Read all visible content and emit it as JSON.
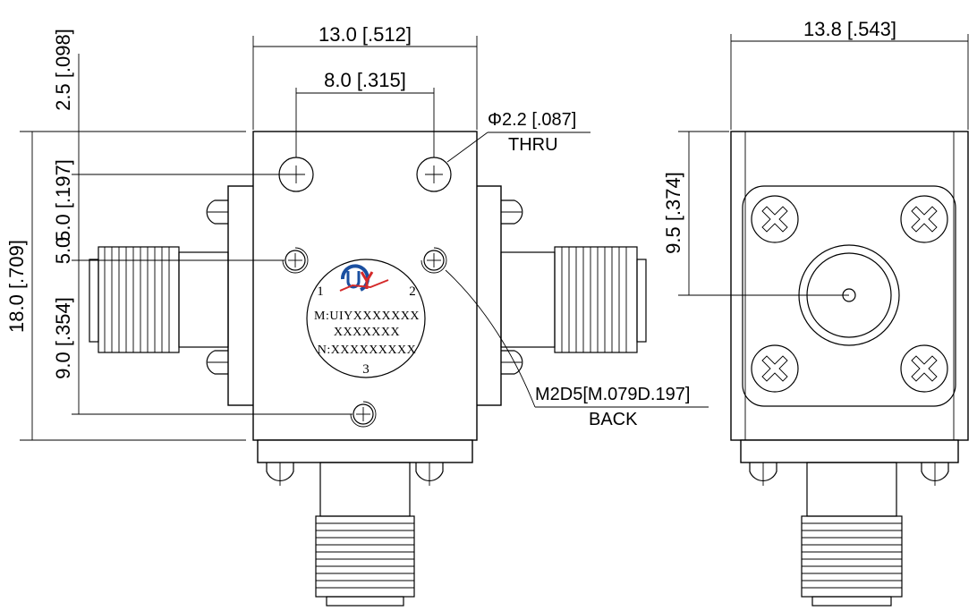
{
  "dimensions": {
    "width_top": "13.0 [.512]",
    "hole_spacing": "8.0 [.315]",
    "side_width": "13.8 [.543]",
    "top_offset": "2.5 [.098]",
    "height_total": "18.0 [.709]",
    "d_5_0_197": "5.0 [.197]",
    "d_5_0": "5.0",
    "d_9_0_354": "9.0 [.354]",
    "side_height": "9.5 [.374]"
  },
  "notes": {
    "thru_hole": "Φ2.2 [.087]",
    "thru_label": "THRU",
    "back_hole": "M2D5[M.079D.197]",
    "back_label": "BACK"
  },
  "label": {
    "port1": "1",
    "port2": "2",
    "port3": "3",
    "model": "M:UIYXXXXXXX",
    "model2": "XXXXXXX",
    "serial": "N:XXXXXXXXX",
    "logo_text": "UIY"
  },
  "colors": {
    "logo_blue": "#1a4fa0",
    "logo_red": "#d42a2a",
    "line": "#000000"
  }
}
